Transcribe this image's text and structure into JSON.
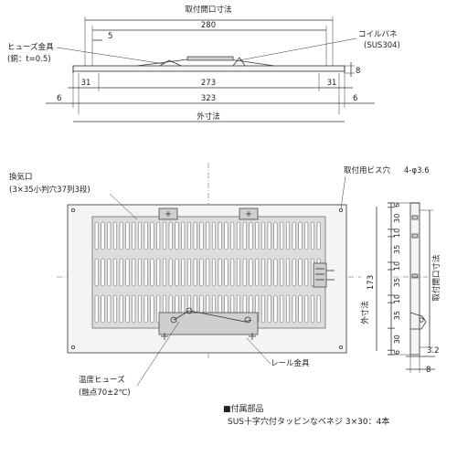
{
  "top_view": {
    "opening_label": "取付開口寸法",
    "opening_value": "280",
    "spring_pitch": "5",
    "fuse_label": "ヒューズ金具",
    "fuse_material": "(銅：t=0.5)",
    "coil_label": "コイルバネ",
    "coil_material": "(SUS304)",
    "height": "8",
    "side_left": "31",
    "inner": "273",
    "side_right": "31",
    "outer_value": "323",
    "margin_left": "6",
    "margin_right": "6",
    "outer_label": "外寸法"
  },
  "front_view": {
    "vent_label": "換気口",
    "vent_spec": "(3×35小判穴37列3段)",
    "screw_label": "取付用ビス穴",
    "screw_spec": "4-φ3.6",
    "rail_label": "レール金具",
    "temp_fuse_label": "温度ヒューズ",
    "temp_fuse_spec": "(融点70±2℃)"
  },
  "side_view": {
    "dims_top_to_bottom": [
      "6",
      "30",
      "10",
      "35",
      "10",
      "35",
      "10",
      "35",
      "30",
      "6"
    ],
    "overall": "173",
    "outer_label": "外寸法",
    "opening_label": "取付開口寸法",
    "depth_small": "3.2",
    "depth": "8"
  },
  "accessories": {
    "title": "■付属部品",
    "item": "SUS十字穴付タッピンなベネジ 3×30：4本"
  }
}
